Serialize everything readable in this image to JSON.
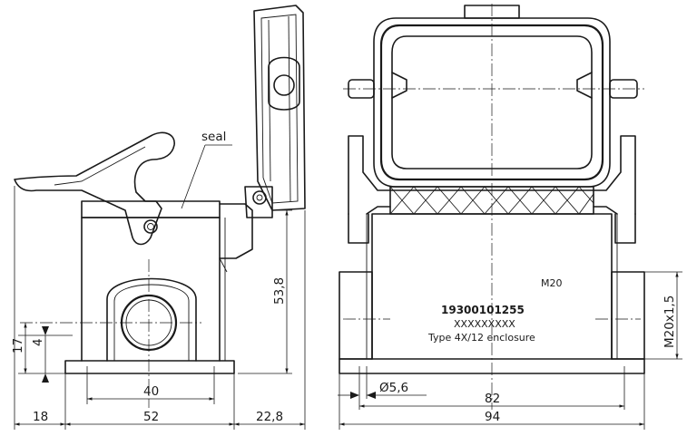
{
  "drawing": {
    "labels": {
      "seal": "seal",
      "port_size": "M20",
      "part_number": "19300101255",
      "serial_placeholder": "XXXXXXXXX",
      "enclosure_type": "Type 4X/12 enclosure"
    },
    "dimensions": {
      "height_total": "53,8",
      "height_17": "17",
      "height_4": "4",
      "width_40": "40",
      "width_18": "18",
      "width_52": "52",
      "width_22_8": "22,8",
      "hole_diameter": "Ø5,6",
      "width_82": "82",
      "width_94": "94",
      "thread": "M20x1,5"
    }
  }
}
